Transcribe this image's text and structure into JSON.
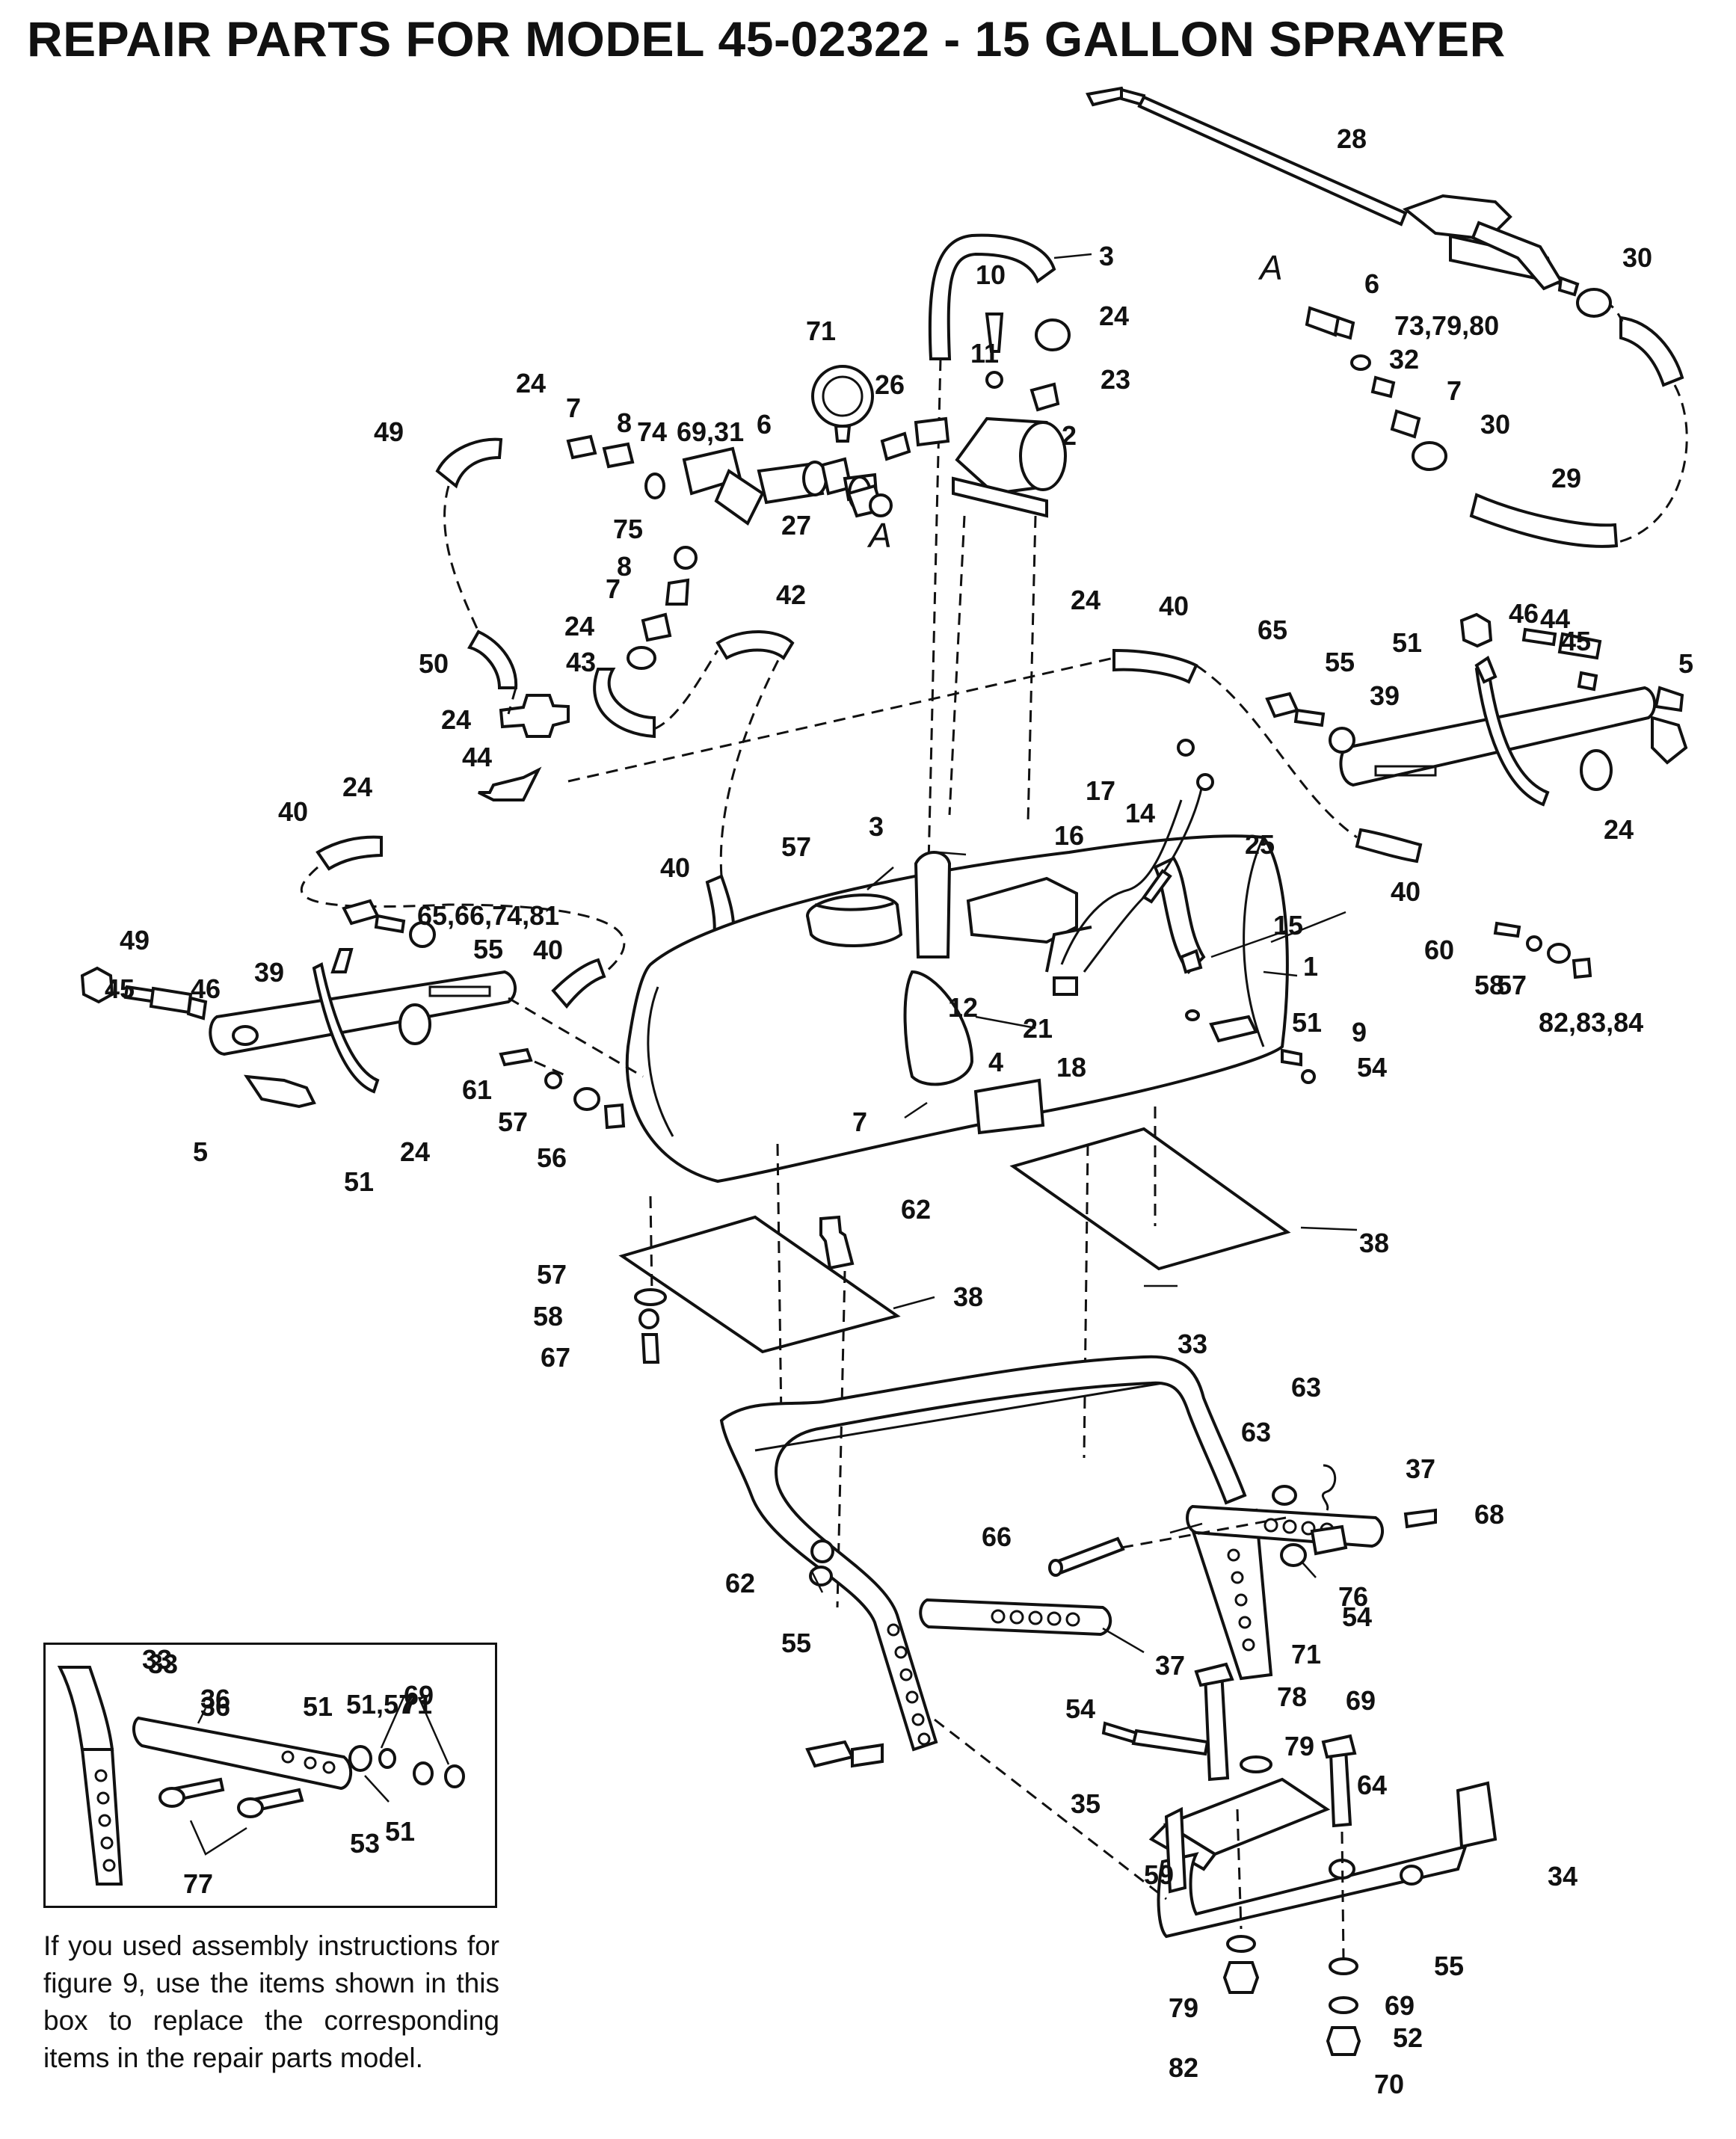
{
  "title": "REPAIR PARTS FOR MODEL 45-02322 - 15 GALLON SPRAYER",
  "connector_letter": "A",
  "labels": [
    "1",
    "2",
    "3",
    "3",
    "4",
    "5",
    "5",
    "5",
    "6",
    "6",
    "7",
    "7",
    "7",
    "7",
    "7",
    "8",
    "8",
    "9",
    "10",
    "11",
    "12",
    "14",
    "15",
    "16",
    "17",
    "18",
    "21",
    "23",
    "24",
    "24",
    "24",
    "24",
    "24",
    "24",
    "24",
    "24",
    "24",
    "25",
    "26",
    "27",
    "28",
    "29",
    "30",
    "30",
    "32",
    "33",
    "33",
    "34",
    "35",
    "36",
    "37",
    "37",
    "38",
    "38",
    "39",
    "39",
    "40",
    "40",
    "40",
    "40",
    "40",
    "40",
    "40",
    "42",
    "43",
    "43",
    "44",
    "44",
    "45",
    "45",
    "46",
    "46",
    "49",
    "49",
    "50",
    "51",
    "51",
    "51",
    "51,57",
    "52",
    "53",
    "54",
    "54",
    "54",
    "55",
    "55",
    "55",
    "55",
    "55",
    "56",
    "57",
    "57",
    "57",
    "57",
    "58",
    "58",
    "59",
    "60",
    "61",
    "62",
    "62",
    "63",
    "63",
    "64",
    "65",
    "65,66,74,81",
    "66",
    "67",
    "68",
    "69",
    "69",
    "69,31",
    "70",
    "71",
    "71",
    "71",
    "73,79,80",
    "74",
    "75",
    "76",
    "77",
    "78",
    "79",
    "79",
    "82",
    "82,83,84"
  ],
  "inset": {
    "labels": [
      "33",
      "36",
      "51",
      "69",
      "51",
      "74"
    ]
  },
  "note": "If you used assembly instructions for figure 9, use the items shown in this box to replace the corresponding items in the repair parts model."
}
